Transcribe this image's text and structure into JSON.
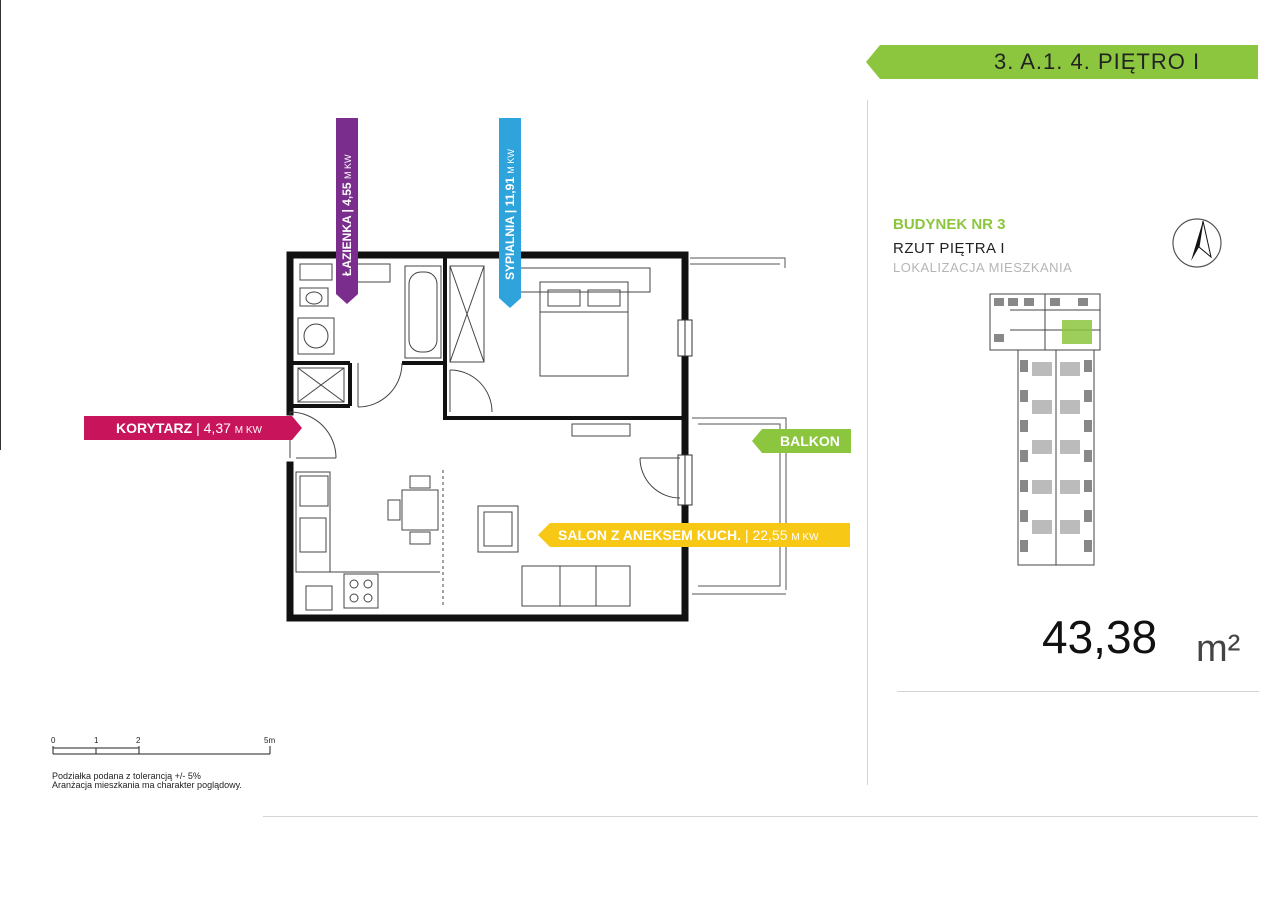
{
  "header": {
    "unit_code": "3. A.1. 4. PIĘTRO I"
  },
  "rooms": {
    "lazienka": {
      "name": "ŁAZIENKA",
      "area": "4,55",
      "unit": "M KW",
      "color": "#7b2d8e"
    },
    "sypialnia": {
      "name": "SYPIALNIA",
      "area": "11,91",
      "unit": "M KW",
      "color": "#2ea3dc"
    },
    "korytarz": {
      "name": "KORYTARZ",
      "area": "4,37",
      "unit": "M KW",
      "color": "#c8145a"
    },
    "salon": {
      "name": "SALON Z ANEKSEM KUCH.",
      "area": "22,55",
      "unit": "M KW",
      "color": "#f7c815"
    },
    "balkon": {
      "name": "BALKON",
      "color": "#8cc63f"
    }
  },
  "info": {
    "building": "BUDYNEK NR 3",
    "floor_plan": "RZUT PIĘTRA I",
    "location": "LOKALIZACJA MIESZKANIA"
  },
  "area": {
    "value": "43,38",
    "unit": "m²"
  },
  "scale": {
    "ticks": [
      "0",
      "1",
      "2",
      "5m"
    ]
  },
  "notes": {
    "tolerance": "Podziałka podana z tolerancją +/- 5%",
    "arrangement": "Aranżacja mieszkania ma charakter poglądowy."
  },
  "colors": {
    "accent": "#8cc63f",
    "wall": "#111111"
  },
  "icons": {
    "compass": "north-arrow-icon"
  }
}
